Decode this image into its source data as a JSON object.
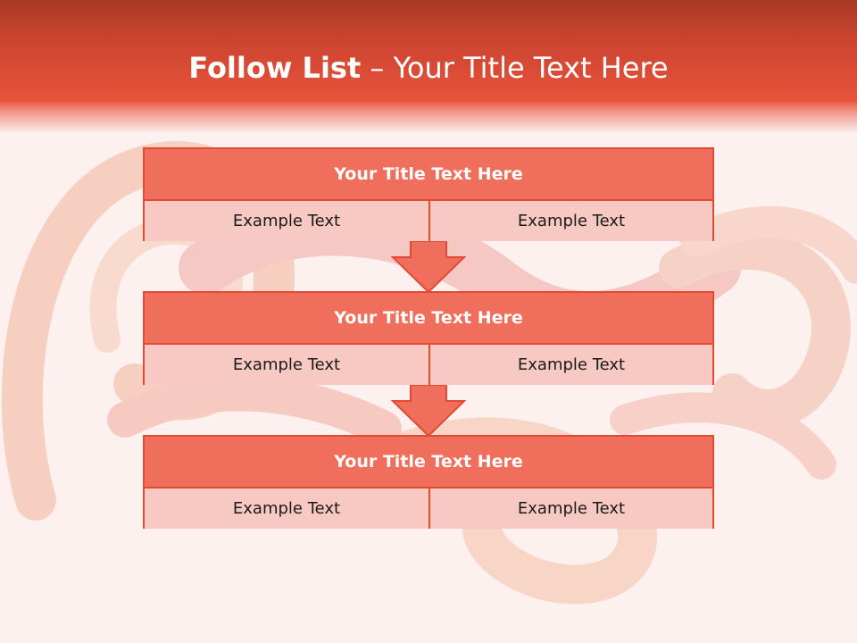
{
  "slide": {
    "title_strong": "Follow List",
    "title_rest": " – Your Title Text Here"
  },
  "blocks": [
    {
      "title": "Your Title Text Here",
      "left": "Example Text",
      "right": "Example Text"
    },
    {
      "title": "Your Title Text Here",
      "left": "Example Text",
      "right": "Example Text"
    },
    {
      "title": "Your Title Text Here",
      "left": "Example Text",
      "right": "Example Text"
    }
  ],
  "colors": {
    "header": "#e8533b",
    "block_title": "#ef6f5c",
    "block_cell": "#f8c9c2",
    "border": "#e24a32"
  }
}
